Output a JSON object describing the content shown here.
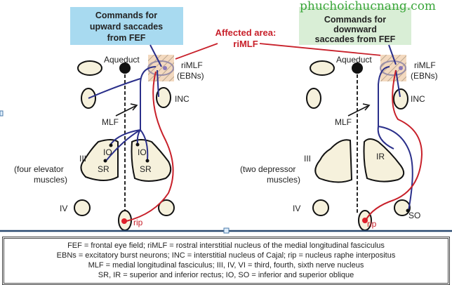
{
  "left_panel": {
    "command_box": [
      "Commands for",
      "upward saccades",
      "from FEF"
    ],
    "aqueduct": "Aqueduct",
    "rimlf": [
      "riMLF",
      "(EBNs)"
    ],
    "inc": "INC",
    "mlf": "MLF",
    "nucleus_iii": [
      "III",
      "(four elevator",
      "muscles)"
    ],
    "muscles": [
      "IO",
      "SR",
      "IO",
      "SR"
    ],
    "iv": "IV",
    "rip": "rip"
  },
  "affected_area": [
    "Affected area:",
    "riMLF"
  ],
  "right_panel": {
    "command_box": [
      "Commands for",
      "downward",
      "saccades from FEF"
    ],
    "aqueduct": "Aqueduct",
    "rimlf": [
      "riMLF",
      "(EBNs)"
    ],
    "inc": "INC",
    "mlf": "MLF",
    "nucleus_iii": [
      "III",
      "(two depressor",
      "muscles)"
    ],
    "muscles": [
      "IR",
      "SO"
    ],
    "iv": "IV",
    "rip": "rip"
  },
  "watermark": "phuchoichucnang.com",
  "legend": [
    "FEF = frontal eye field; riMLF = rostral interstitial nucleus of the medial longitudinal fasciculus",
    "EBNs = excitatory burst neurons; INC = interstitial nucleus of Cajal; rip = nucleus raphe interpositus",
    "MLF = medial longitudinal fasciculus; III, IV, VI = third, fourth, sixth nerve nucleus",
    "SR, IR = superior and inferior rectus; IO, SO = inferior and superior oblique"
  ],
  "colors": {
    "pathway": "#2a2f8a",
    "affected": "#c8202a",
    "upbox": "#a8daf0",
    "downbox": "#d9eed6",
    "nucleus": "#f6f1dc"
  }
}
